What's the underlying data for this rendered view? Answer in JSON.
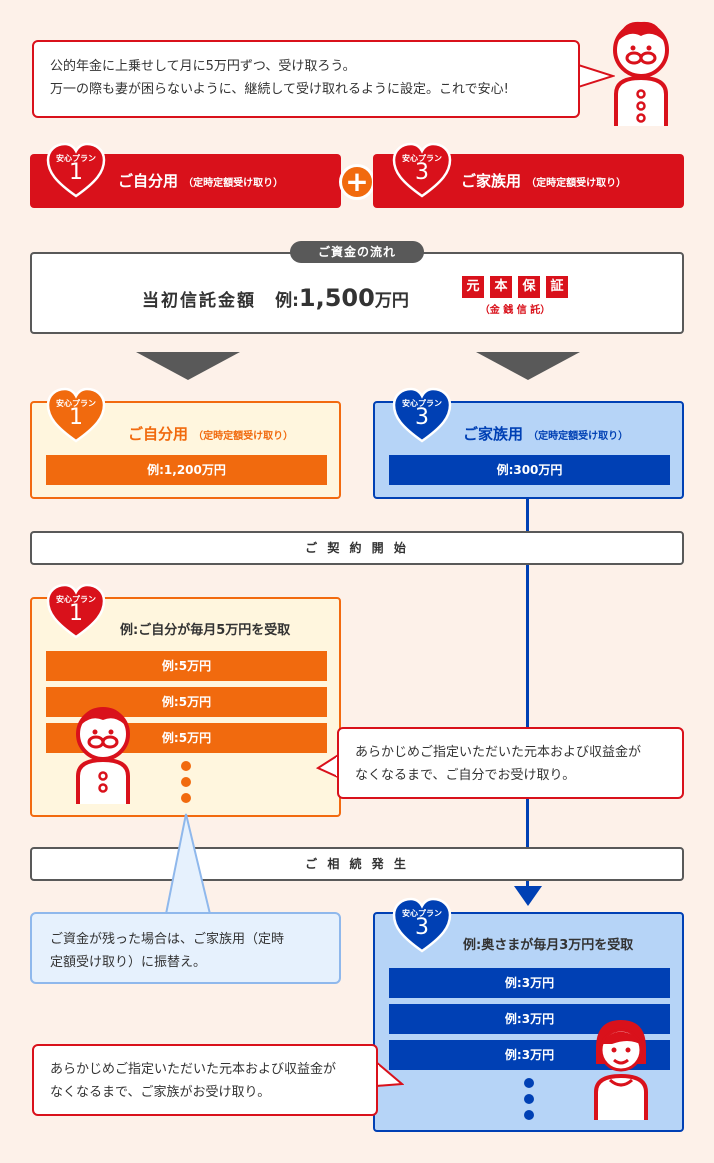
{
  "intro_speech": {
    "line1": "公的年金に上乗せして月に5万円ずつ、受け取ろう。",
    "line2": "万一の際も妻が困らないように、継続して受け取れるように設定。これで安心!"
  },
  "plan_header": {
    "plan1": {
      "badge_small": "安心プラン",
      "badge_num": "1",
      "label": "ご自分用",
      "sub": "（定時定額受け取り）"
    },
    "plus": "+",
    "plan3": {
      "badge_small": "安心プラン",
      "badge_num": "3",
      "label": "ご家族用",
      "sub": "（定時定額受け取り）"
    }
  },
  "fund_flow": {
    "title": "ご資金の流れ",
    "initial_label": "当初信託金額",
    "example_prefix": "例:",
    "amount": "1,500",
    "unit": "万円",
    "seal_chars": [
      "元",
      "本",
      "保",
      "証"
    ],
    "seal_sub": "（金 銭 信 託）"
  },
  "split": {
    "plan1": {
      "badge_small": "安心プラン",
      "badge_num": "1",
      "label": "ご自分用",
      "sub": "（定時定額受け取り）",
      "amount": "例:1,200万円"
    },
    "plan3": {
      "badge_small": "安心プラン",
      "badge_num": "3",
      "label": "ご家族用",
      "sub": "（定時定額受け取り）",
      "amount": "例:300万円"
    }
  },
  "contract_start": "ご 契 約 開 始",
  "self_receive": {
    "badge_small": "安心プラン",
    "badge_num": "1",
    "title": "例:ご自分が毎月5万円を受取",
    "payments": [
      "例:5万円",
      "例:5万円",
      "例:5万円"
    ]
  },
  "self_speech": {
    "line1": "あらかじめご指定いただいた元本および収益金が",
    "line2": "なくなるまで、ご自分でお受け取り。"
  },
  "inheritance": "ご 相 続 発 生",
  "transfer_speech": {
    "line1": "ご資金が残った場合は、ご家族用（定時",
    "line2": "定額受け取り）に振替え。"
  },
  "family_receive": {
    "badge_small": "安心プラン",
    "badge_num": "3",
    "title": "例:奥さまが毎月3万円を受取",
    "payments": [
      "例:3万円",
      "例:3万円",
      "例:3万円"
    ]
  },
  "family_speech": {
    "line1": "あらかじめご指定いただいた元本および収益金が",
    "line2": "なくなるまで、ご家族がお受け取り。"
  },
  "colors": {
    "red": "#d9111b",
    "orange": "#f16a0e",
    "blue": "#0040b4",
    "light_blue": "#b6d4f7",
    "cream": "#fff6de",
    "background": "#fdf1e9"
  }
}
